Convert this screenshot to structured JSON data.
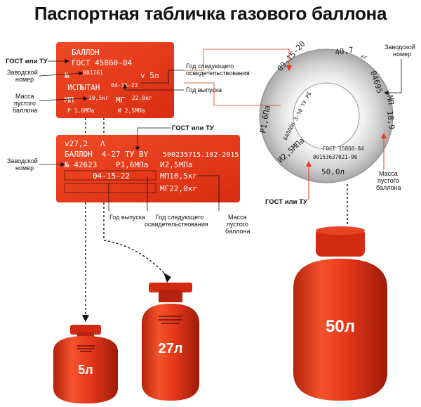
{
  "title": "Паспортная табличка газового баллона",
  "colors": {
    "red": "#e8381c",
    "red_dark": "#b8230f",
    "gray_ring": "#d4d4d4"
  },
  "plate_small": {
    "line1": "БАЛЛОН",
    "line2": "ГОСТ  45860-84",
    "serial": "001761",
    "volume": "v 5л",
    "tested": "ИСПЫТАН",
    "date": "04-15-22",
    "mp": "МП",
    "mp_val": "10,5кг",
    "mg": "МГ",
    "mg_val": "22,0кг",
    "p": "Р 1,6МПа",
    "i": "И 2,5МПа"
  },
  "plate_large": {
    "v": "v27,2",
    "arrow": "Λ",
    "line2a": "БАЛЛОН",
    "line2b": "4-27  ТУ BY",
    "line2c": "500235715.102-2015",
    "serial": "№ 42623",
    "p": "Р1,6МПа",
    "i": "И2,5МПа",
    "date": "04-15-22",
    "mp": "МП10,5кг",
    "mg": "МГ22,0кг"
  },
  "ring": {
    "date": "09-15-20",
    "weight": "40,7",
    "weight_unit": "кг",
    "serial": "04695",
    "mp": "МП",
    "mp_val": "18,9",
    "p": "Р1,6Па",
    "i": "И2,5МПа",
    "vol": "50,0л",
    "inner1": "БАЛЛОН 3-50 ТУ РБ",
    "inner2": "ГОСТ 15860-84",
    "inner3": "00153637021-96"
  },
  "labels": {
    "gost_tu": "ГОСТ или ТУ",
    "serial_1": "Заводской",
    "serial_2": "номер",
    "mass_1": "Масса",
    "mass_2": "пустого",
    "mass_3": "баллона",
    "next_check_1": "Год следующего",
    "next_check_2": "освидетельствования",
    "year_made": "Год выпуска"
  },
  "cylinders": [
    {
      "volume": "5л"
    },
    {
      "volume": "27л"
    },
    {
      "volume": "50л"
    }
  ]
}
